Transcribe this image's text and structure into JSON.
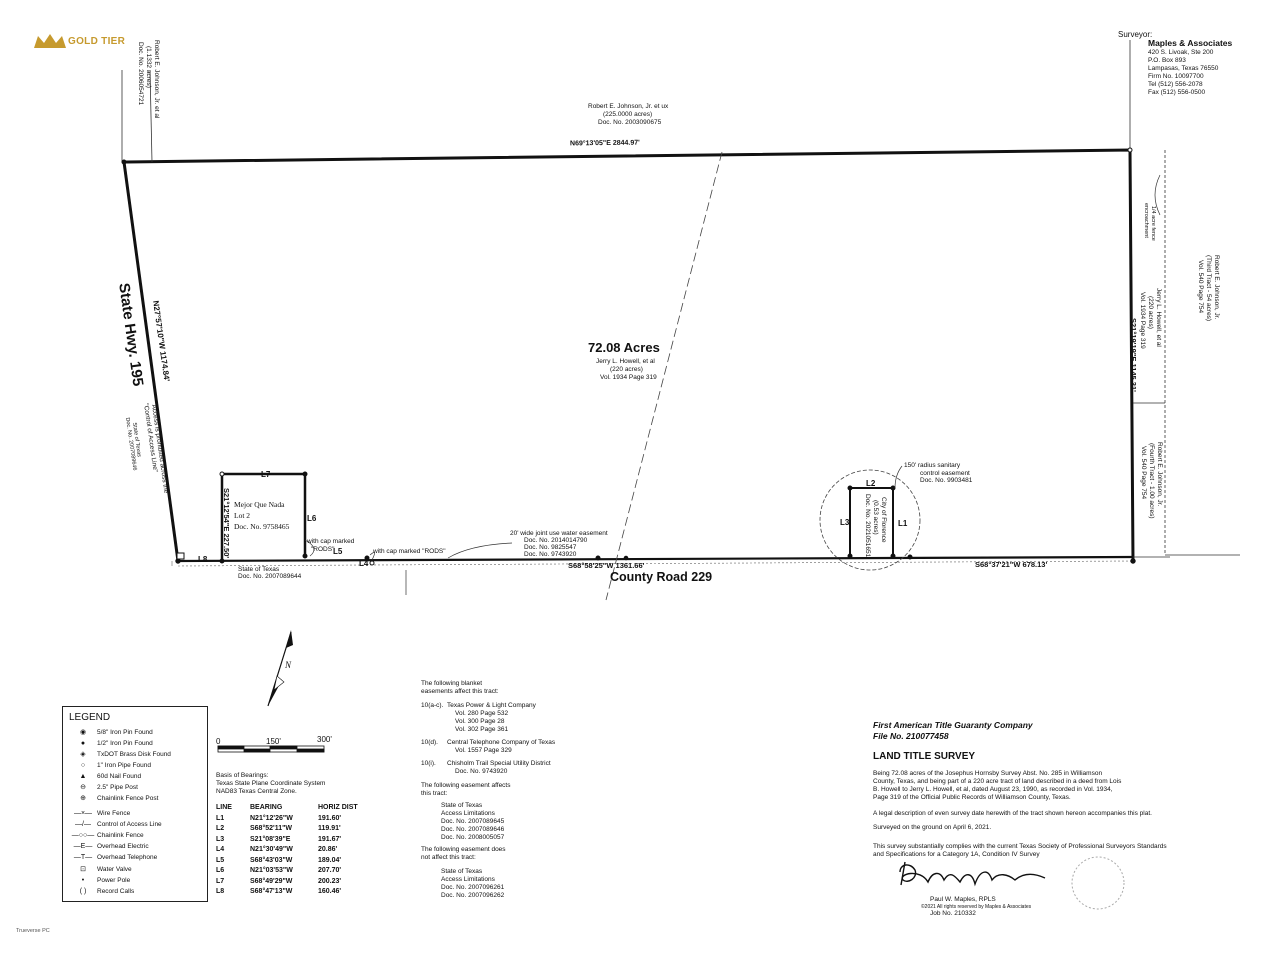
{
  "badge": {
    "text": "GOLD TIER",
    "color": "#c69a2e"
  },
  "surveyor": {
    "label": "Surveyor:",
    "name": "Maples & Associates",
    "lines": [
      "420 S. Livoak, Ste 200",
      "P.O. Box 893",
      "Lampasas, Texas 76550",
      "Firm No. 10097700",
      "Tel   (512) 556-2078",
      "Fax  (512) 556-0500"
    ]
  },
  "adjoiners": {
    "north": [
      "Robert E. Johnson, Jr. et ux",
      "(225.0000 acres)",
      "Doc. No. 2003090675"
    ],
    "northwest": [
      "Robert E. Johnson, Jr. et al",
      "(1.1332 acres)",
      "Doc. No. 2006054721"
    ],
    "east_upper": [
      "Robert E. Johnson, Jr.",
      "(Third Tract - 54 acres)",
      "Vol. 540 Page 754"
    ],
    "east_mid": [
      "Jerry L. Howell, et al",
      "(220 acres)",
      "Vol. 1934 Page 319"
    ],
    "east_lower": [
      "Robert E. Johnson, Jr.",
      "(Fourth Tract - 1.00 acres)",
      "Vol. 540 Page 754"
    ],
    "encroach": [
      "1/4 acre fence",
      "encroachment"
    ],
    "state_texas_se": [
      "State of Texas",
      "Doc. No. 2007089644"
    ],
    "state_access": [
      "State of Texas",
      "Doc. No. 2007089646"
    ]
  },
  "tract": {
    "acres": "72.08 Acres",
    "owner": [
      "Jerry L. Howell, et al",
      "(220 acres)",
      "Vol. 1934 Page 319"
    ]
  },
  "roads": {
    "west": "State Hwy. 195",
    "south": "County Road 229"
  },
  "calls": {
    "north": "N69°13'05\"E 2844.97'",
    "west": "N27°57'10\"W 1174.84'",
    "east": "S21°19'19\"E 1145.31'",
    "south_main": "S68°58'25\"W 1361.66'",
    "south_east": "S68°37'21\"W 678.13'",
    "lot_side": "S21°12'54\"E 227.50'"
  },
  "access_note": [
    "Access is prohibited across the",
    "\"Control of Access Line\""
  ],
  "lot": [
    "Mejor Que Nada",
    "Lot 2",
    "Doc. No. 9758465"
  ],
  "city_florence": [
    "City of Florence",
    "(0.53 acres)",
    "Doc. No. 2021051651"
  ],
  "sanitary": [
    "150' radius sanitary",
    "control easement",
    "Doc. No. 9903481"
  ],
  "cap_notes": {
    "cap1": [
      "with cap marked",
      "\"RODS\""
    ],
    "cap2": "with cap marked \"RODS\""
  },
  "water_easement": [
    "20' wide joint use water easement",
    "Doc. No. 2014014790",
    "Doc. No. 9825547",
    "Doc. No. 9743920"
  ],
  "line_labels": [
    "L1",
    "L2",
    "L3",
    "L4",
    "L5",
    "L6",
    "L7",
    "L8"
  ],
  "north_arrow": "N",
  "scale": {
    "ticks": [
      "0",
      "150'",
      "300'"
    ]
  },
  "basis": [
    "Basis of Bearings:",
    "Texas State Plane Coordinate System",
    "NAD83 Texas Central Zone."
  ],
  "line_table": {
    "headers": [
      "LINE",
      "BEARING",
      "HORIZ DIST"
    ],
    "rows": [
      [
        "L1",
        "N21°12'26\"W",
        "191.60'"
      ],
      [
        "L2",
        "S68°52'11\"W",
        "119.91'"
      ],
      [
        "L3",
        "S21°08'39\"E",
        "191.67'"
      ],
      [
        "L4",
        "N21°30'49\"W",
        "20.86'"
      ],
      [
        "L5",
        "S68°43'03\"W",
        "189.04'"
      ],
      [
        "L6",
        "N21°03'53\"W",
        "207.70'"
      ],
      [
        "L7",
        "S68°49'29\"W",
        "200.23'"
      ],
      [
        "L8",
        "S68°47'13\"W",
        "160.46'"
      ]
    ]
  },
  "legend": {
    "title": "LEGEND",
    "items": [
      {
        "sym": "◉",
        "label": "5/8\" Iron Pin Found"
      },
      {
        "sym": "●",
        "label": "1/2\" Iron Pin Found"
      },
      {
        "sym": "◈",
        "label": "TxDOT Brass Disk Found"
      },
      {
        "sym": "○",
        "label": "1\" Iron Pipe Found"
      },
      {
        "sym": "▲",
        "label": "60d Nail Found"
      },
      {
        "sym": "⊖",
        "label": "2.5\" Pipe Post"
      },
      {
        "sym": "⊕",
        "label": "Chainlink Fence Post"
      },
      {
        "sym": "—×—",
        "label": "Wire Fence"
      },
      {
        "sym": "—/—",
        "label": "Control of Access Line"
      },
      {
        "sym": "—○○—",
        "label": "Chainlink Fence"
      },
      {
        "sym": "—E—",
        "label": "Overhead Electric"
      },
      {
        "sym": "—T—",
        "label": "Overhead Telephone"
      },
      {
        "sym": "⊡",
        "label": "Water Valve"
      },
      {
        "sym": "•",
        "label": "Power Pole"
      },
      {
        "sym": "(  )",
        "label": "Record Calls"
      }
    ]
  },
  "easements": {
    "blanket_intro": [
      "The following blanket",
      "easements affect this tract:"
    ],
    "tp_label": "10(a-c).",
    "tp_lines": [
      "Texas Power & Light Company",
      "Vol. 280 Page 532",
      "Vol. 300 Page 28",
      "Vol. 302 Page 361"
    ],
    "ct_label": "10(d).",
    "ct_lines": [
      "Central Telephone Company of Texas",
      "Vol. 1557 Page 329"
    ],
    "cs_label": "10(i).",
    "cs_lines": [
      "Chisholm Trail Special Utility District",
      "Doc. No. 9743920"
    ],
    "affect_intro": [
      "The following easement affects",
      "this tract:"
    ],
    "affect_lines": [
      "State of Texas",
      "Access Limitations",
      "Doc. No. 2007089645",
      "Doc. No. 2007089646",
      "Doc. No. 2008005057"
    ],
    "notaffect_intro": [
      "The following easement does",
      "not affect this tract:"
    ],
    "notaffect_lines": [
      "State of Texas",
      "Access Limitations",
      "Doc. No. 2007096261",
      "Doc. No. 2007096262"
    ]
  },
  "title_co": {
    "name": "First American Title Guaranty Company",
    "file": "File No. 210077458"
  },
  "survey": {
    "heading": "LAND TITLE SURVEY",
    "desc": [
      "Being 72.08 acres of the Josephus Hornsby Survey Abst. No. 285 in Williamson",
      "County, Texas, and being part of a 220 acre tract of land described in a deed from Lois",
      "B. Howell to Jerry L. Howell, et al, dated August 23, 1990, as recorded in Vol. 1934,",
      "Page 319 of the Official Public Records of Williamson County, Texas."
    ],
    "legal": "A legal description of even survey date herewith of the tract shown hereon accompanies this plat.",
    "date": "Surveyed on the ground on April 6, 2021.",
    "comply": [
      "This survey substantially complies with the current Texas Society of Professional Surveyors Standards",
      "and Specifications for a Category 1A, Condition IV Survey"
    ],
    "signer": "Paul W. Maples, RPLS",
    "copyright": "©2021 All rights reserved by Maples & Associates",
    "job": "Job No. 210332"
  },
  "footer": "Trueverse PC"
}
